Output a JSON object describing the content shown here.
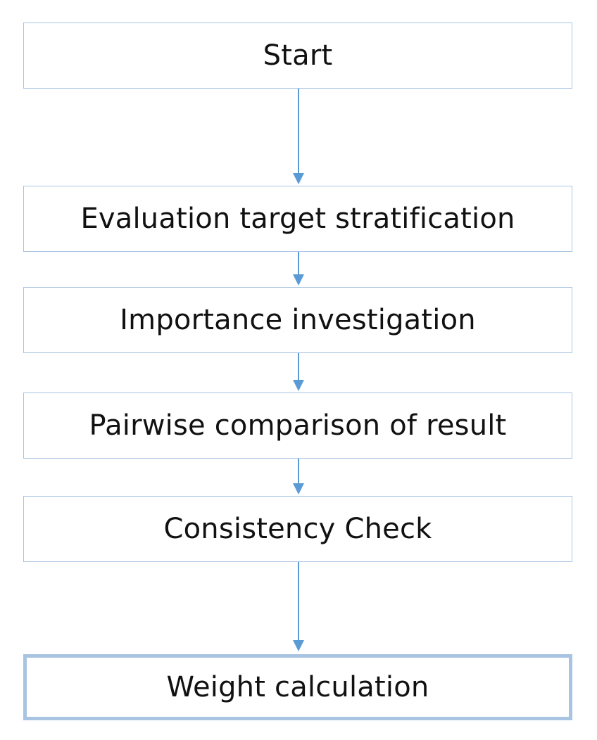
{
  "flow": {
    "steps": [
      {
        "label": "Start"
      },
      {
        "label": "Evaluation target stratification"
      },
      {
        "label": "Importance investigation"
      },
      {
        "label": "Pairwise comparison of result"
      },
      {
        "label": "Consistency Check"
      },
      {
        "label": "Weight calculation"
      }
    ]
  },
  "colors": {
    "box_border": "#a9c4e2",
    "arrow": "#5b9bd5",
    "text": "#111111"
  }
}
